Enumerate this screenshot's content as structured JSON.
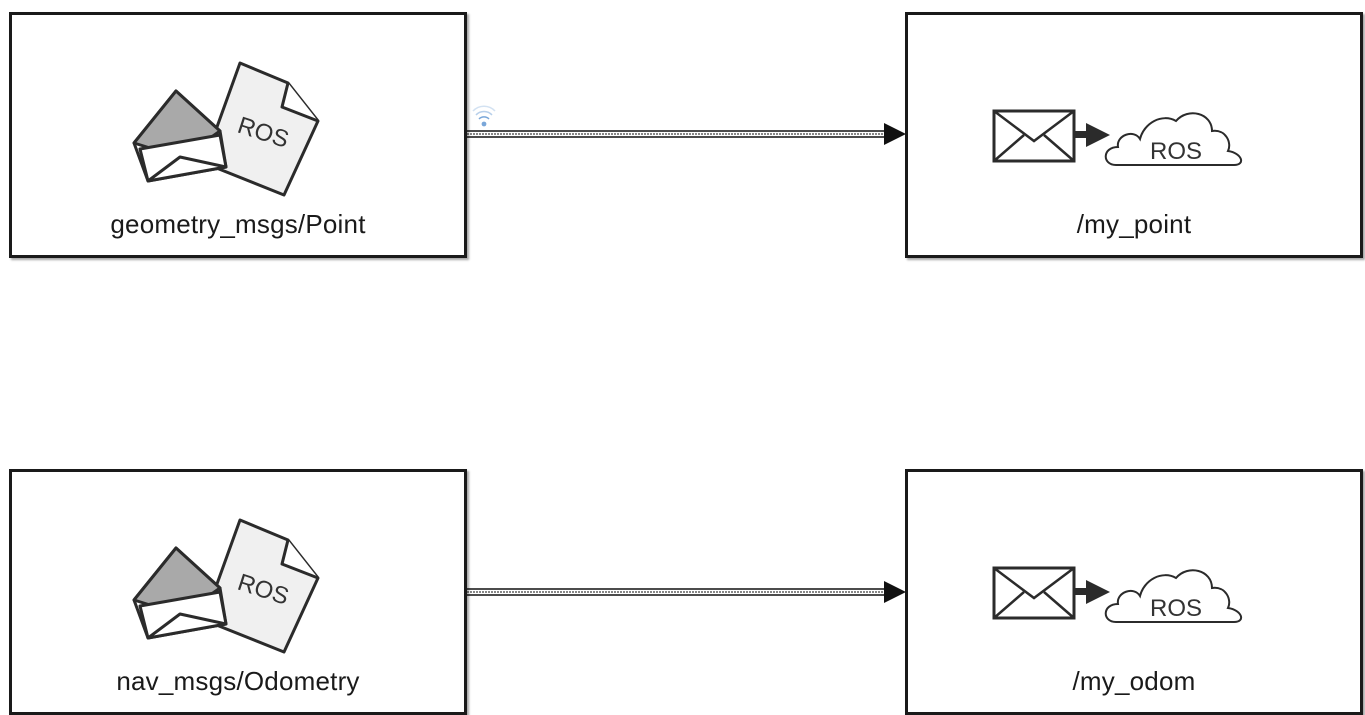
{
  "blocks": {
    "blank_message_1": {
      "label": "geometry_msgs/Point",
      "icon": "ros-message-icon",
      "icon_text": "ROS"
    },
    "publish_1": {
      "label": "/my_point",
      "icon": "ros-publish-icon",
      "icon_text": "ROS"
    },
    "blank_message_2": {
      "label": "nav_msgs/Odometry",
      "icon": "ros-message-icon",
      "icon_text": "ROS"
    },
    "publish_2": {
      "label": "/my_odom",
      "icon": "ros-publish-icon",
      "icon_text": "ROS"
    }
  },
  "signals": [
    {
      "from": "blank_message_1",
      "to": "publish_1",
      "type": "bus",
      "streaming": true
    },
    {
      "from": "blank_message_2",
      "to": "publish_2",
      "type": "bus",
      "streaming": false
    }
  ],
  "colors": {
    "block_border": "#1a1a1a",
    "icon_stroke": "#2b2b2b",
    "envelope_flap": "#a9a9a9",
    "page_fill": "#f0f0f0",
    "stream_icon": "#7aa7d9"
  }
}
